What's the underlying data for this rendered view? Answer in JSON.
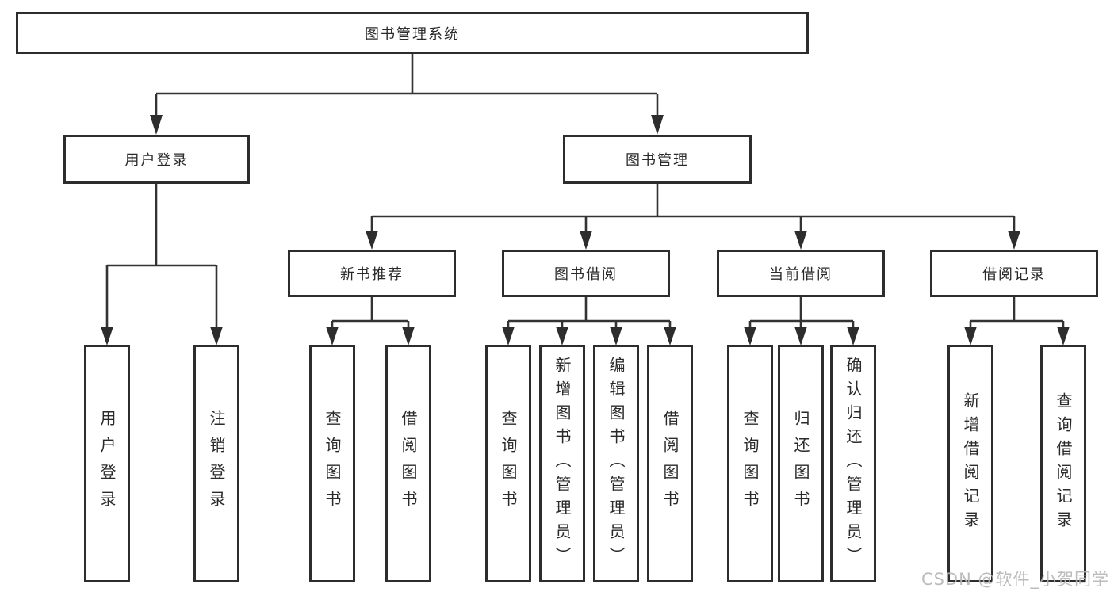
{
  "diagram": {
    "root": "图书管理系统",
    "children": [
      {
        "label": "用户登录",
        "children": [
          "用户登录",
          "注销登录"
        ]
      },
      {
        "label": "图书管理",
        "children": [
          {
            "label": "新书推荐",
            "children": [
              "查询图书",
              "借阅图书"
            ]
          },
          {
            "label": "图书借阅",
            "children": [
              "查询图书",
              "新增图书（管理员）",
              "编辑图书（管理员）",
              "借阅图书"
            ]
          },
          {
            "label": "当前借阅",
            "children": [
              "查询图书",
              "归还图书",
              "确认归还（管理员）"
            ]
          },
          {
            "label": "借阅记录",
            "children": [
              "新增借阅记录",
              "查询借阅记录"
            ]
          }
        ]
      }
    ]
  },
  "colors": {
    "line": "#333333",
    "box_border": "#2d2d2d",
    "box_background": "#ffffff",
    "text": "#2a2a2a",
    "watermark": "#b5b5b5"
  },
  "watermark": {
    "text": "CSDN @软件_小贺同学"
  }
}
